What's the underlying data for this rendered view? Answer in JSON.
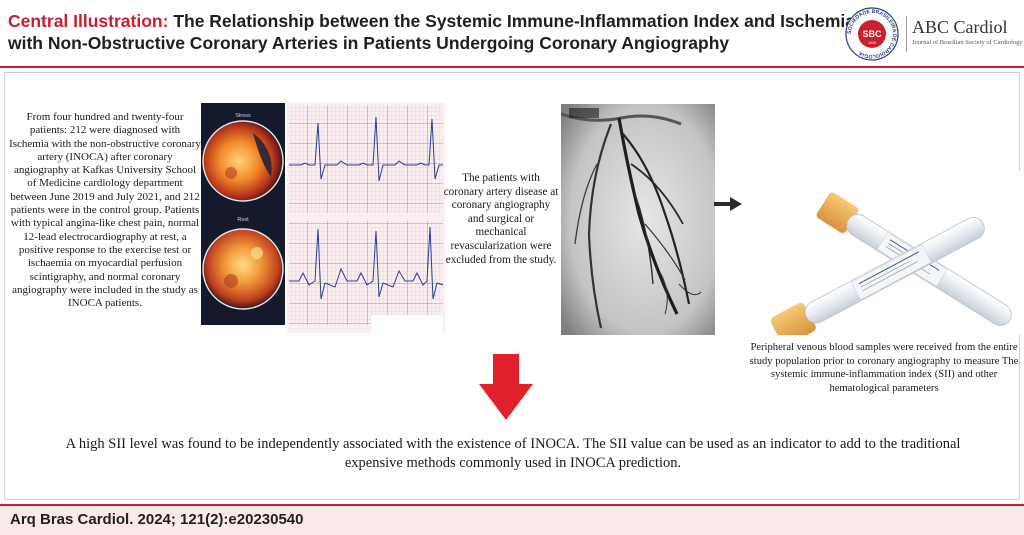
{
  "header": {
    "title_prefix": "Central Illustration:",
    "title_line1": "The Relationship between the Systemic Immune-Inflammation Index and Ischemia",
    "title_line2": "with Non-Obstructive Coronary Arteries in Patients Undergoing Coronary Angiography",
    "logo_text": "ABC Cardiol",
    "logo_subtitle": "Journal of Brazilian Society of Cardiology",
    "seal_text": "SBC",
    "seal_ring_text": "SOCIEDADE BRASILEIRA DE CARDIOLOGIA",
    "seal_year": "1943"
  },
  "content": {
    "patients_text": "From four hundred and twenty-four patients: 212 were diagnosed with Ischemia with the non-obstructive coronary artery (INOCA) after coronary angiography at Kafkas University School of Medicine cardiology department between June 2019 and July 2021, and 212 patients were in the control group. Patients with typical angina-like chest pain, normal 12-lead electrocardiography at rest, a positive response to the exercise test or ischaemia on myocardial perfusion scintigraphy, and normal coronary angiography were included in the study as INOCA patients.",
    "exclusion_text": "The patients with coronary artery disease at coronary angiography and surgical or mechanical revascularization were excluded from the study.",
    "blood_text": "Peripheral venous blood samples were received from the entire study population prior to coronary angiography to measure The systemic immune-inflammation index (SII) and other hematological parameters",
    "conclusion_text": "A high SII level was found to be independently associated with the existence of INOCA. The SII value can be used as an indicator to add to the traditional expensive methods commonly used in INOCA prediction."
  },
  "images": {
    "scintigraphy_label_top": "Stress",
    "scintigraphy_label_bottom": "Rest"
  },
  "footer": {
    "citation": "Arq Bras Cardiol. 2024; 121(2):e20230540"
  },
  "colors": {
    "accent": "#c8202d",
    "footer_bg": "#fbeaea",
    "arrow_red": "#e0202a"
  }
}
